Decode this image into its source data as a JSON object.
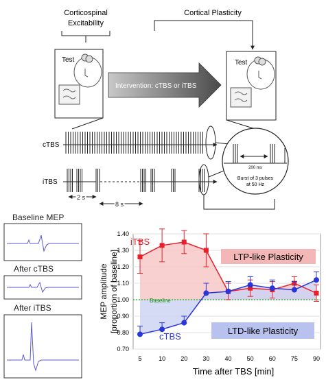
{
  "top": {
    "excitability_label_1": "Corticospinal",
    "excitability_label_2": "Excitability",
    "plasticity_label": "Cortical Plasticity",
    "test_label_left": "Test",
    "test_label_right": "Test",
    "intervention_label": "Intervention: cTBS or iTBS",
    "ctbs_label": "cTBS",
    "itbs_label": "iTBS",
    "interval_2s": "2 s",
    "interval_8s": "8 s",
    "burst_ms": "200 ms",
    "burst_note_1": "Burst of 3 pulses",
    "burst_note_2": "at 50 Hz"
  },
  "mep": {
    "baseline": "Baseline MEP",
    "after_ctbs": "After cTBS",
    "after_itbs": "After iTBS"
  },
  "chart_data": {
    "type": "line",
    "x": [
      "5",
      "10",
      "20",
      "30",
      "40",
      "50",
      "60",
      "75",
      "90"
    ],
    "xlabel": "Time after TBS [min]",
    "ylabel": "MEP amplitude",
    "ylabel2": "[proportion of baseline]",
    "ylim": [
      0.7,
      1.4
    ],
    "yticks": [
      "0.70",
      "0.80",
      "0.90",
      "1.00",
      "1.10",
      "1.20",
      "1.30",
      "1.40"
    ],
    "baseline_value": 1.0,
    "baseline_label": "Baseline",
    "ltp_label": "LTP-like Plasticity",
    "ltd_label": "LTD-like Plasticity",
    "series": [
      {
        "name": "iTBS",
        "color": "#e8202a",
        "values": [
          1.26,
          1.33,
          1.35,
          1.3,
          1.05,
          1.07,
          1.06,
          1.1,
          1.04
        ],
        "err": [
          0.1,
          0.1,
          0.07,
          0.1,
          0.05,
          0.05,
          0.05,
          0.04,
          0.05
        ]
      },
      {
        "name": "cTBS",
        "color": "#2a35d8",
        "values": [
          0.79,
          0.82,
          0.86,
          1.04,
          1.05,
          1.09,
          1.07,
          1.06,
          1.12
        ],
        "err": [
          0.05,
          0.04,
          0.04,
          0.06,
          0.06,
          0.05,
          0.05,
          0.05,
          0.05
        ]
      }
    ]
  }
}
